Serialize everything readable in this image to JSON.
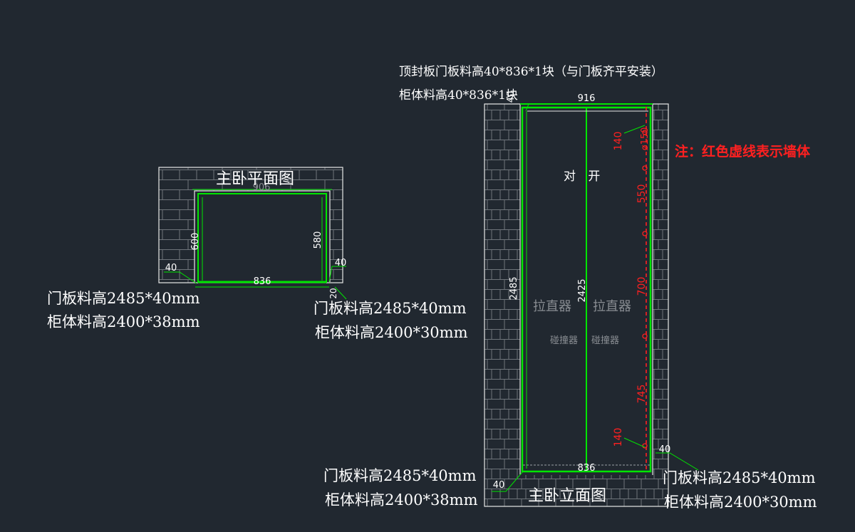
{
  "colors": {
    "background": "#212830",
    "door_lines": "#00e600",
    "wall_dash": "#ff2020",
    "brick": "#6e747a",
    "frame": "#e8e8e8"
  },
  "plan": {
    "title": "主卧平面图",
    "dim_top": "906",
    "dim_inner": "836",
    "dim_left": "600",
    "dim_right": "580",
    "dim_left_end": "40",
    "dim_right_end": "40",
    "dim_right_small": "20",
    "left_note": {
      "line1": "门板料高2485*40mm",
      "line2": "柜体料高2400*38mm"
    },
    "right_note": {
      "line1": "门板料高2485*40mm",
      "line2": "柜体料高2400*30mm"
    }
  },
  "elevation": {
    "title": "主卧立面图",
    "top_note": {
      "line1": "顶封板门板料高40*836*1块（与门板齐平安装）",
      "line2": "柜体料高40*836*1块"
    },
    "dim_top": "916",
    "dim_top_left": "40",
    "dim_height_total": "2485",
    "dim_height_door": "2425",
    "dim_bottom": "836",
    "dim_bottom_left": "40",
    "dim_bottom_right": "40",
    "center_label": "对 开",
    "puller_left": "拉直器",
    "puller_right": "拉直器",
    "bumper_left": "碰撞器",
    "bumper_right": "碰撞器",
    "wall_dims": [
      "140",
      "ø150",
      "550",
      "700",
      "745",
      "140"
    ],
    "left_note": {
      "line1": "门板料高2485*40mm",
      "line2": "柜体料高2400*38mm"
    },
    "right_note": {
      "line1": "门板料高2485*40mm",
      "line2": "柜体料高2400*30mm"
    },
    "wall_note": "注：红色虚线表示墙体"
  }
}
